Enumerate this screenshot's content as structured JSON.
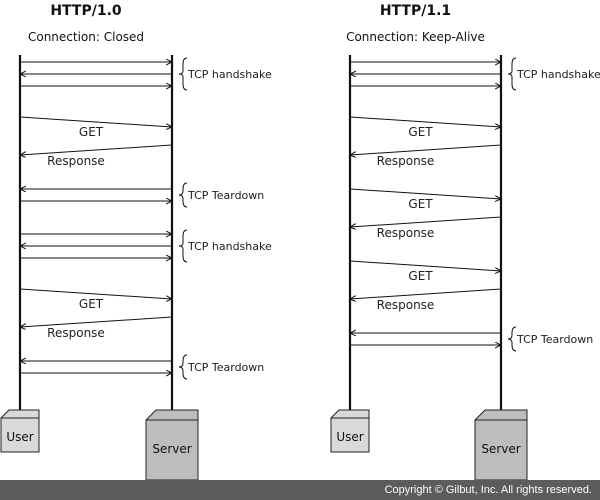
{
  "diagrams": [
    {
      "title": "HTTP/1.0",
      "subtitle": "Connection: Closed",
      "client": "User",
      "server": "Server",
      "events": [
        {
          "kind": "handshake",
          "label": "TCP handshake"
        },
        {
          "kind": "request",
          "label": "GET"
        },
        {
          "kind": "response",
          "label": "Response"
        },
        {
          "kind": "teardown",
          "label": "TCP Teardown"
        },
        {
          "kind": "handshake",
          "label": "TCP handshake"
        },
        {
          "kind": "request",
          "label": "GET"
        },
        {
          "kind": "response",
          "label": "Response"
        },
        {
          "kind": "teardown",
          "label": "TCP Teardown"
        }
      ]
    },
    {
      "title": "HTTP/1.1",
      "subtitle": "Connection: Keep-Alive",
      "client": "User",
      "server": "Server",
      "events": [
        {
          "kind": "handshake",
          "label": "TCP handshake"
        },
        {
          "kind": "request",
          "label": "GET"
        },
        {
          "kind": "response",
          "label": "Response"
        },
        {
          "kind": "request",
          "label": "GET"
        },
        {
          "kind": "response",
          "label": "Response"
        },
        {
          "kind": "request",
          "label": "GET"
        },
        {
          "kind": "response",
          "label": "Response"
        },
        {
          "kind": "teardown",
          "label": "TCP Teardown"
        }
      ]
    }
  ],
  "footer": {
    "copyright": "Copyright © Gilbut, Inc. All rights reserved."
  }
}
